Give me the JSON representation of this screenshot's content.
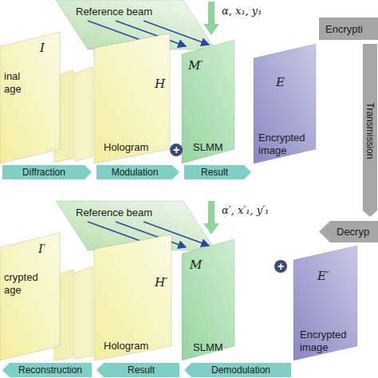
{
  "diagram": {
    "nodes": [
      {
        "text": [
          "I",
          "inal age"
        ]
      },
      {
        "text": [
          "Reference beam"
        ]
      },
      {
        "text": [
          "H",
          "Hologram"
        ]
      },
      {
        "text": [
          "M′",
          "SLMM"
        ]
      },
      {
        "text": [
          "E",
          "Encrypted image"
        ]
      },
      {
        "text": [
          "Encrypti"
        ]
      },
      {
        "text": [
          "I′",
          "crypted age"
        ]
      },
      {
        "text": [
          "Reference beam"
        ]
      },
      {
        "text": [
          "H′",
          "Hologram"
        ]
      },
      {
        "text": [
          "M",
          "SLMM"
        ]
      },
      {
        "text": [
          "E′",
          "Encrypted image"
        ]
      },
      {
        "text": [
          "Decryp"
        ]
      }
    ],
    "edges": [
      {
        "from": 0,
        "to": 2,
        "label": "Diffraction",
        "arrow": "to"
      },
      {
        "from": 2,
        "to": 3,
        "label": "Modulation",
        "arrow": "to"
      },
      {
        "from": 3,
        "to": 4,
        "label": "Result",
        "arrow": "to"
      },
      {
        "from": 5,
        "to": 11,
        "label": "Transmission",
        "arrow": "to"
      },
      {
        "from": 10,
        "to": 9,
        "label": "Demodulation",
        "arrow": "to"
      },
      {
        "from": 9,
        "to": 8,
        "label": "Result",
        "arrow": "to"
      },
      {
        "from": 8,
        "to": 6,
        "label": "Reconstruction",
        "arrow": "to"
      }
    ],
    "labels": [
      "α, x₁, y₁",
      "+",
      "α′, x′₁, y′₁",
      "+"
    ]
  }
}
